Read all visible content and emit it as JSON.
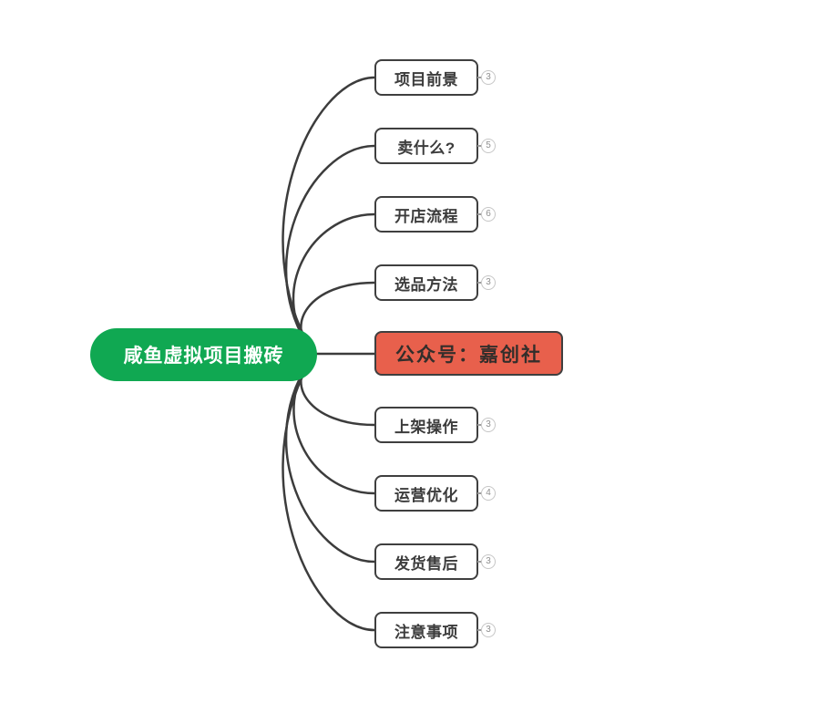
{
  "colors": {
    "canvas-bg": "#FFFFFF",
    "root-fill": "#10A852",
    "root-text": "#FFFFFF",
    "highlight-fill": "#E8604C",
    "node-fill": "#FFFFFF",
    "node-border": "#3F3F3F",
    "node-text": "#3C3C3C",
    "highlight-text": "#332E2B",
    "edge": "#3C3C3C",
    "badge-border": "#C6C6C6",
    "badge-text": "#8F8F8F",
    "badge-tick": "#9B9B9B"
  },
  "mindmap": {
    "root": {
      "label": "咸鱼虚拟项目搬砖"
    },
    "topics": [
      {
        "label": "项目前景",
        "count": "3"
      },
      {
        "label": "卖什么?",
        "count": "5"
      },
      {
        "label": "开店流程",
        "count": "6"
      },
      {
        "label": "选品方法",
        "count": "3"
      },
      {
        "label": "公众号：嘉创社",
        "highlight": true
      },
      {
        "label": "上架操作",
        "count": "3"
      },
      {
        "label": "运营优化",
        "count": "4"
      },
      {
        "label": "发货售后",
        "count": "3"
      },
      {
        "label": "注意事项",
        "count": "3"
      }
    ]
  }
}
